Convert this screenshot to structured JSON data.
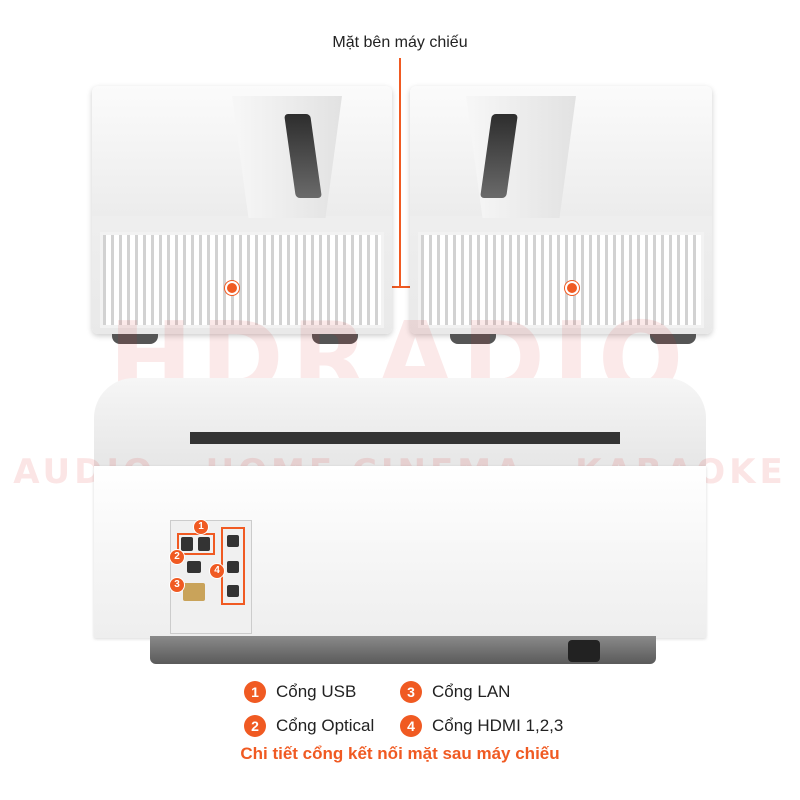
{
  "callout": {
    "title": "Mặt bên máy chiếu"
  },
  "watermark": {
    "brand": "HDRADIO",
    "tagline": "AUDIO - HOME CINEMA - KARAOKE"
  },
  "ports": {
    "badges": [
      "1",
      "2",
      "3",
      "4"
    ],
    "legend": [
      {
        "num": "1",
        "label": "Cổng USB"
      },
      {
        "num": "2",
        "label": "Cổng Optical"
      },
      {
        "num": "3",
        "label": "Cổng LAN"
      },
      {
        "num": "4",
        "label": "Cổng HDMI 1,2,3"
      }
    ]
  },
  "caption": "Chi tiết cổng kết nối mặt sau máy chiếu",
  "colors": {
    "accent": "#f05a22",
    "device": "#f2f2f2",
    "dark": "#333333"
  }
}
